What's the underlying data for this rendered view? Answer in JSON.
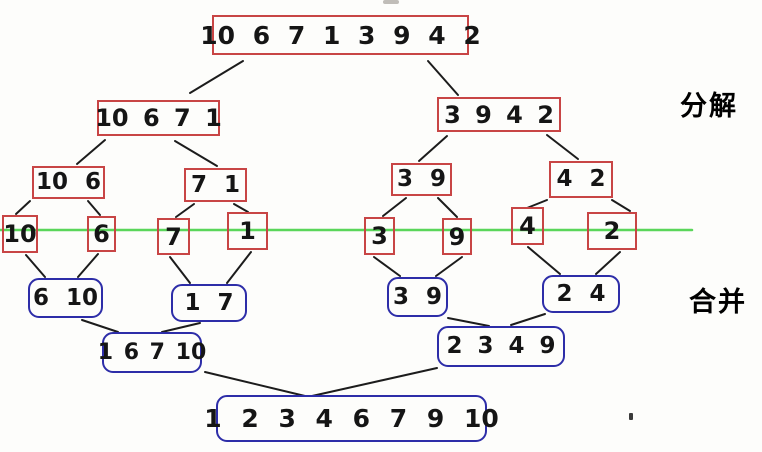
{
  "decompose": {
    "label": "分解",
    "root": "10 6 7 1 3 9 4 2",
    "level1": [
      "10 6 7 1",
      "3 9 4 2"
    ],
    "level2": [
      "10 6",
      "7 1",
      "3 9",
      "4 2"
    ],
    "level3": [
      "10",
      "6",
      "7",
      "1",
      "3",
      "9",
      "4",
      "2"
    ]
  },
  "merge": {
    "label": "合并",
    "level1": [
      "6 10",
      "1 7",
      "3 9",
      "2 4"
    ],
    "level2": [
      "1 6 7 10",
      "2 3 4 9"
    ],
    "root": "1 2 3 4 6 7 9 10"
  },
  "colors": {
    "split-border": "#c84545",
    "merge-border": "#2d2da8",
    "divider-line": "#5ad65a",
    "connector-line": "#1c1c1c",
    "ink": "#151515",
    "background": "#fdfdfb"
  }
}
